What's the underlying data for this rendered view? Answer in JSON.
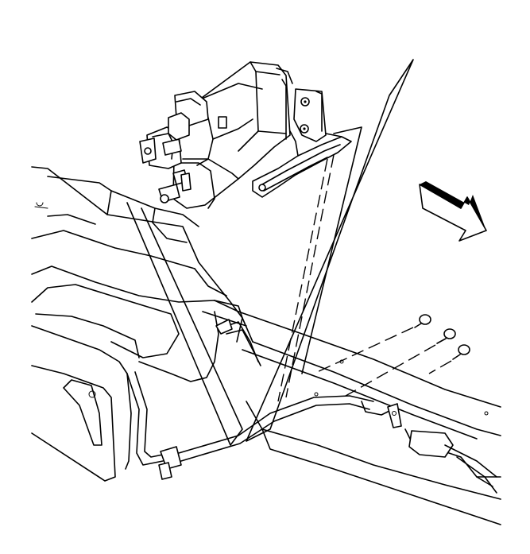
{
  "figure": {
    "components": [
      "evap-canister",
      "canister-bracket",
      "fuel-tank",
      "frame-rail",
      "bolts",
      "vent-hose",
      "forward-arrow"
    ],
    "bolt_count": 3,
    "colors": {
      "line": "#000000",
      "background": "#ffffff"
    }
  }
}
